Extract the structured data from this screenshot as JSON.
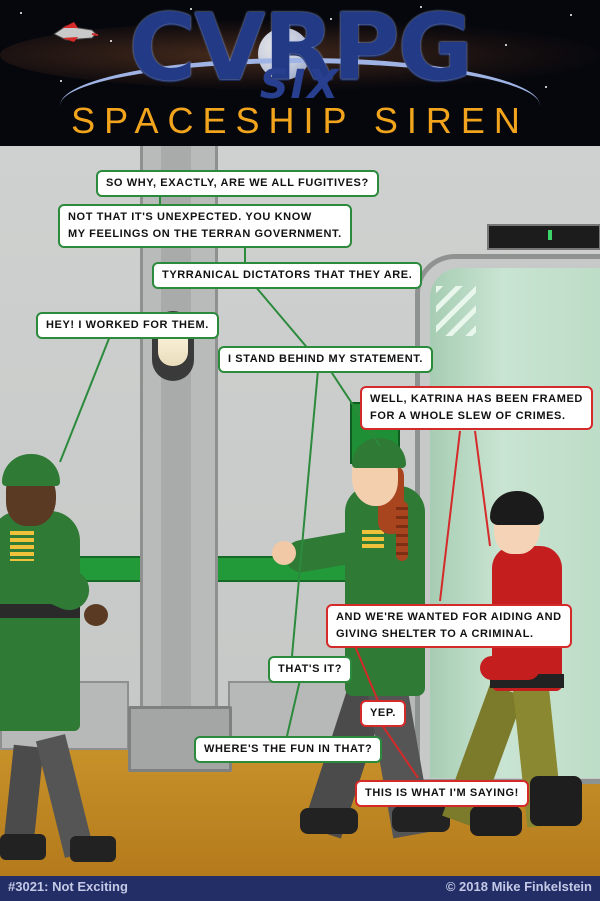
{
  "header": {
    "logo_main": "CVRPG",
    "logo_sub": "SIX",
    "subtitle": "SPACESHIP SIREN"
  },
  "comic": {
    "bubbles": [
      {
        "text": "So why, exactly, are we all fugitives?",
        "color": "green"
      },
      {
        "text": "Not that it's unexpected. You know",
        "text2": "my feelings on the Terran government.",
        "color": "green"
      },
      {
        "text": "Tyrranical dictators that they are.",
        "color": "green"
      },
      {
        "text": "Hey! I worked for them.",
        "color": "green"
      },
      {
        "text": "I stand behind my statement.",
        "color": "green"
      },
      {
        "text": "Well, Katrina has been framed",
        "text2": "for a whole slew of crimes.",
        "color": "red"
      },
      {
        "text": "And we're wanted for aiding and",
        "text2": "giving shelter to a criminal.",
        "color": "red"
      },
      {
        "text": "That's it?",
        "color": "green"
      },
      {
        "text": "Yep.",
        "color": "red"
      },
      {
        "text": "Where's the fun in that?",
        "color": "green"
      },
      {
        "text": "This is what I'm saying!",
        "color": "red"
      }
    ],
    "bubble_border_colors": {
      "green": "#2c8a3c",
      "red": "#d52a2a"
    }
  },
  "footer": {
    "issue": "#3021: Not Exciting",
    "copyright": "© 2018 Mike Finkelstein"
  }
}
